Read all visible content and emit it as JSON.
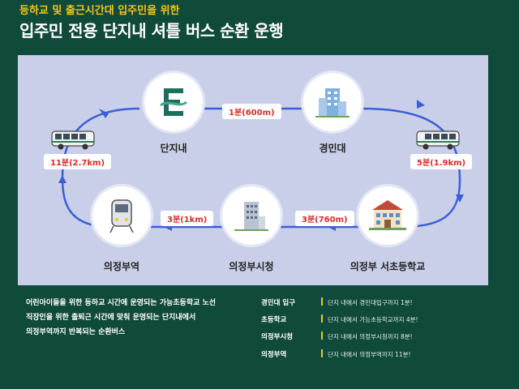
{
  "header": {
    "subtitle": "등하교 및 출근시간대 입주민을 위한",
    "title": "입주민 전용 단지내 셔틀 버스 순환 운행"
  },
  "route": {
    "stops": {
      "danjinae": "단지내",
      "gyeongmin": "경민대",
      "elementary": "의정부 서초등학교",
      "cityhall": "의정부시청",
      "station": "의정부역"
    },
    "segments": {
      "danjinae_gyeongmin": "1분(600m)",
      "gyeongmin_elementary": "5분(1.9km)",
      "elementary_cityhall": "3분(760m)",
      "cityhall_station": "3분(1km)",
      "station_danjinae": "11분(2.7km)"
    },
    "colors": {
      "route": "#3b5fd6",
      "label": "#d62b2b",
      "panel": "#c9cfe9"
    }
  },
  "description": {
    "lines": [
      "어린아이들을 위한 등하교 시간에 운영되는 가능초등학교 노선",
      "직장인을 위한 출퇴근 시간에 맞춰 운영되는 단지내에서",
      "의정부역까지 반복되는 순환버스"
    ]
  },
  "schedule": {
    "rows": [
      {
        "name": "경민대 입구",
        "value": "단지 내에서 경민대입구까지 1분!"
      },
      {
        "name": "초등학교",
        "value": "단지 내에서 가능초등학교까지 4분!"
      },
      {
        "name": "의정부시청",
        "value": "단지 내에서 의정부시청까지 8분!"
      },
      {
        "name": "의정부역",
        "value": "단지 내에서 의정부역까지 11분!"
      }
    ]
  }
}
